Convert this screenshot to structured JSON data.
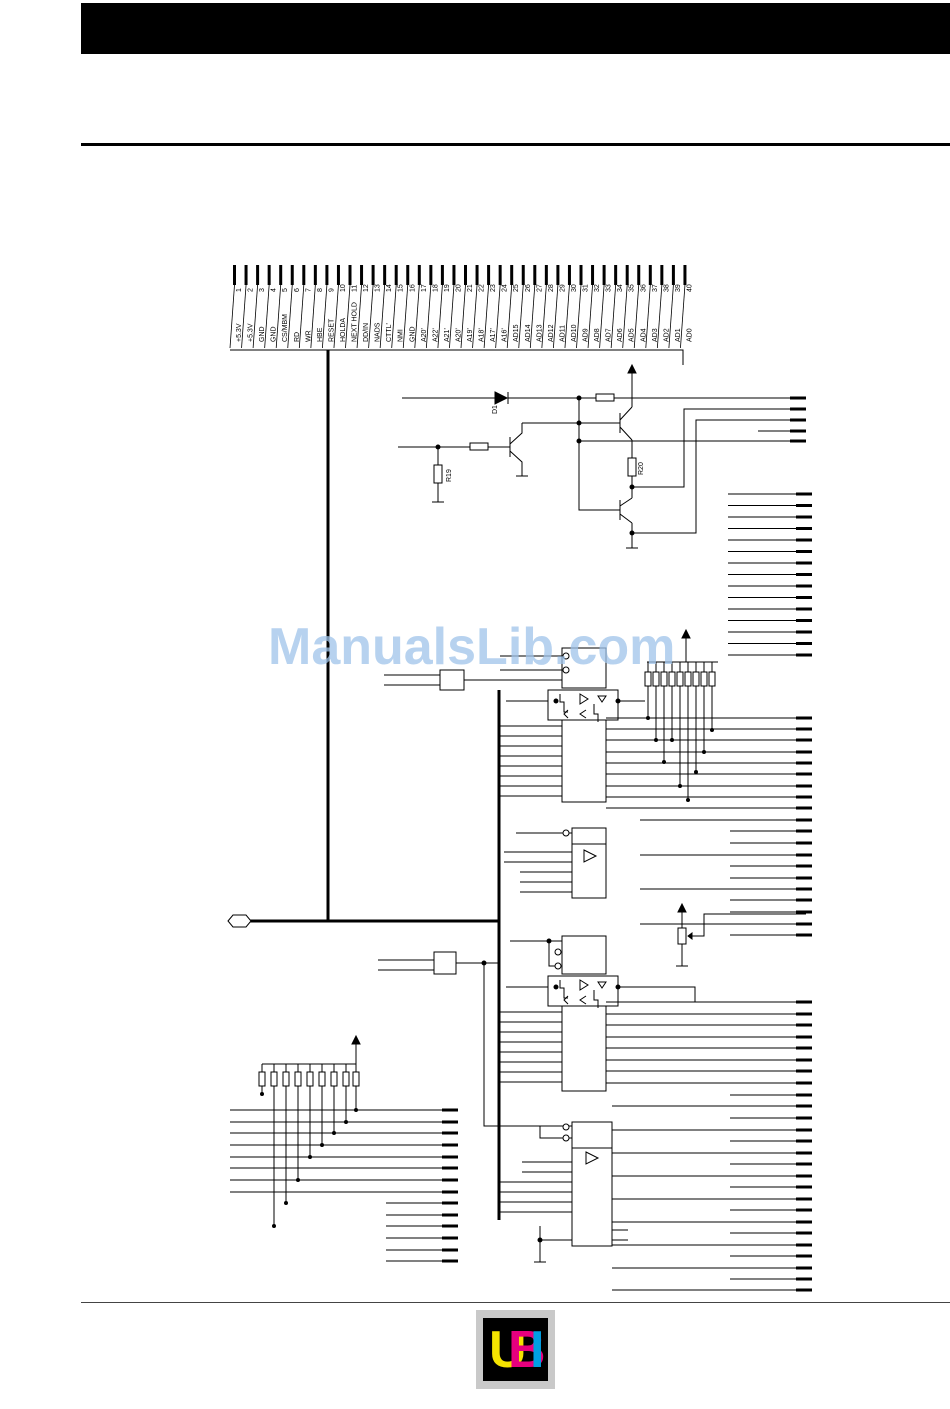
{
  "connector": {
    "pins": [
      {
        "num": "1",
        "sig": "+5.3V"
      },
      {
        "num": "2",
        "sig": "+5.3V"
      },
      {
        "num": "3",
        "sig": "GND"
      },
      {
        "num": "4",
        "sig": "GND"
      },
      {
        "num": "5",
        "sig": "CS/MBM"
      },
      {
        "num": "6",
        "sig": "RD"
      },
      {
        "num": "7",
        "sig": "WR"
      },
      {
        "num": "8",
        "sig": "HBE"
      },
      {
        "num": "9",
        "sig": "RESET"
      },
      {
        "num": "10",
        "sig": "HOLDA"
      },
      {
        "num": "11",
        "sig": "NEXT HOLD"
      },
      {
        "num": "12",
        "sig": "DD/IN"
      },
      {
        "num": "13",
        "sig": "NADS"
      },
      {
        "num": "14",
        "sig": "CTTL'"
      },
      {
        "num": "15",
        "sig": "NMI"
      },
      {
        "num": "16",
        "sig": "GND"
      },
      {
        "num": "17",
        "sig": "A20'"
      },
      {
        "num": "18",
        "sig": "A22'"
      },
      {
        "num": "19",
        "sig": "A21'"
      },
      {
        "num": "20",
        "sig": "A20'"
      },
      {
        "num": "21",
        "sig": "A19'"
      },
      {
        "num": "22",
        "sig": "A18'"
      },
      {
        "num": "23",
        "sig": "A17'"
      },
      {
        "num": "24",
        "sig": "A16'"
      },
      {
        "num": "25",
        "sig": "AD15"
      },
      {
        "num": "26",
        "sig": "AD14"
      },
      {
        "num": "27",
        "sig": "AD13"
      },
      {
        "num": "28",
        "sig": "AD12"
      },
      {
        "num": "29",
        "sig": "AD11"
      },
      {
        "num": "30",
        "sig": "AD10"
      },
      {
        "num": "31",
        "sig": "AD9"
      },
      {
        "num": "32",
        "sig": "AD8"
      },
      {
        "num": "33",
        "sig": "AD7"
      },
      {
        "num": "34",
        "sig": "AD6"
      },
      {
        "num": "35",
        "sig": "AD5"
      },
      {
        "num": "36",
        "sig": "AD4"
      },
      {
        "num": "37",
        "sig": "AD3"
      },
      {
        "num": "38",
        "sig": "AD2"
      },
      {
        "num": "39",
        "sig": "AD1"
      },
      {
        "num": "40",
        "sig": "AD0"
      }
    ]
  },
  "components": {
    "d1": "D1",
    "r19": "R19",
    "r20": "R20"
  },
  "watermark": "ManualsLib.com",
  "logo": {
    "letters": [
      "U",
      "B",
      "I"
    ],
    "colors": [
      "#f5e400",
      "#e6007e",
      "#00a0e3"
    ]
  }
}
